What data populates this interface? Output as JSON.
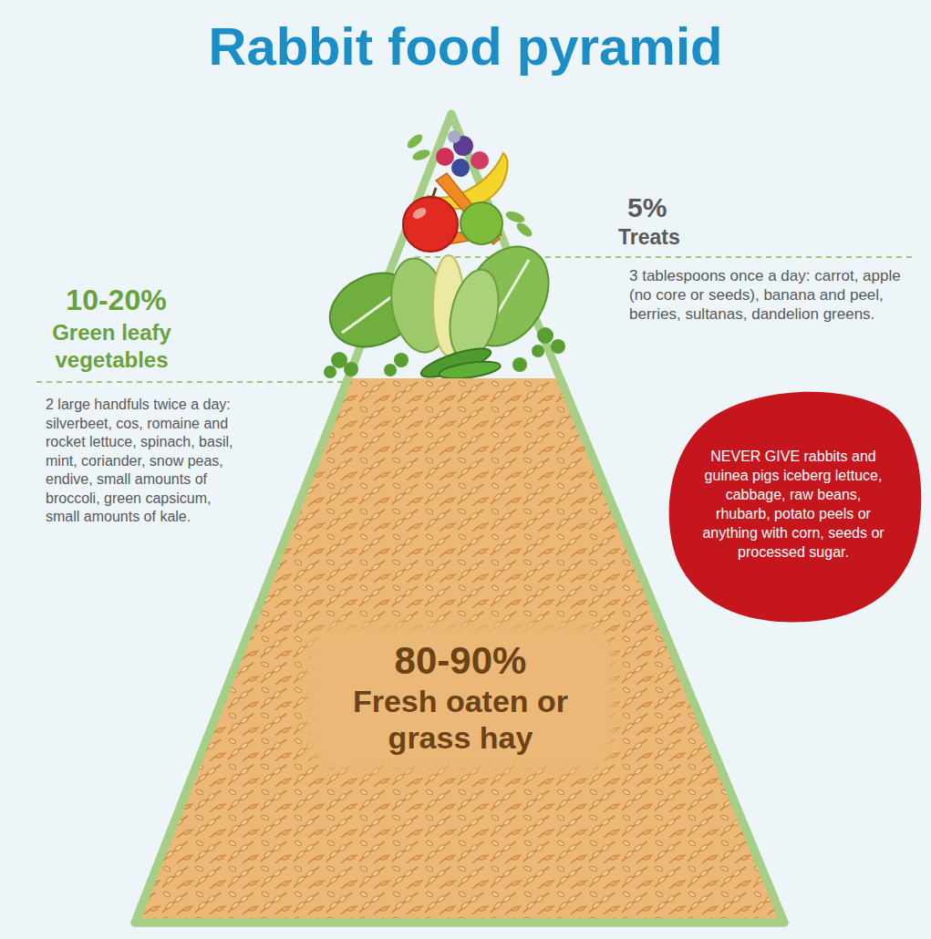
{
  "diagram": {
    "title": "Rabbit food pyramid",
    "nodes": [
      {
        "text": [
          "80-90%",
          "Fresh oaten or grass hay"
        ]
      },
      {
        "text": [
          "NEVER GIVE rabbits and guinea pigs iceberg lettuce, cabbage, raw beans, rhubarb, potato peels or anything with corn, seeds or processed sugar."
        ]
      }
    ],
    "labels": [
      "5%",
      "Treats",
      "3 tablespoons once a day: carrot, apple (no core or seeds), banana and peel, berries, sultanas, dandelion greens.",
      "10-20%",
      "Green leafy vegetables",
      "2 large handfuls twice a day: silverbeet, cos, romaine and rocket lettuce, spinach, basil, mint, coriander, snow peas, endive, small amounts of broccoli, green capsicum, small amounts of kale."
    ]
  }
}
